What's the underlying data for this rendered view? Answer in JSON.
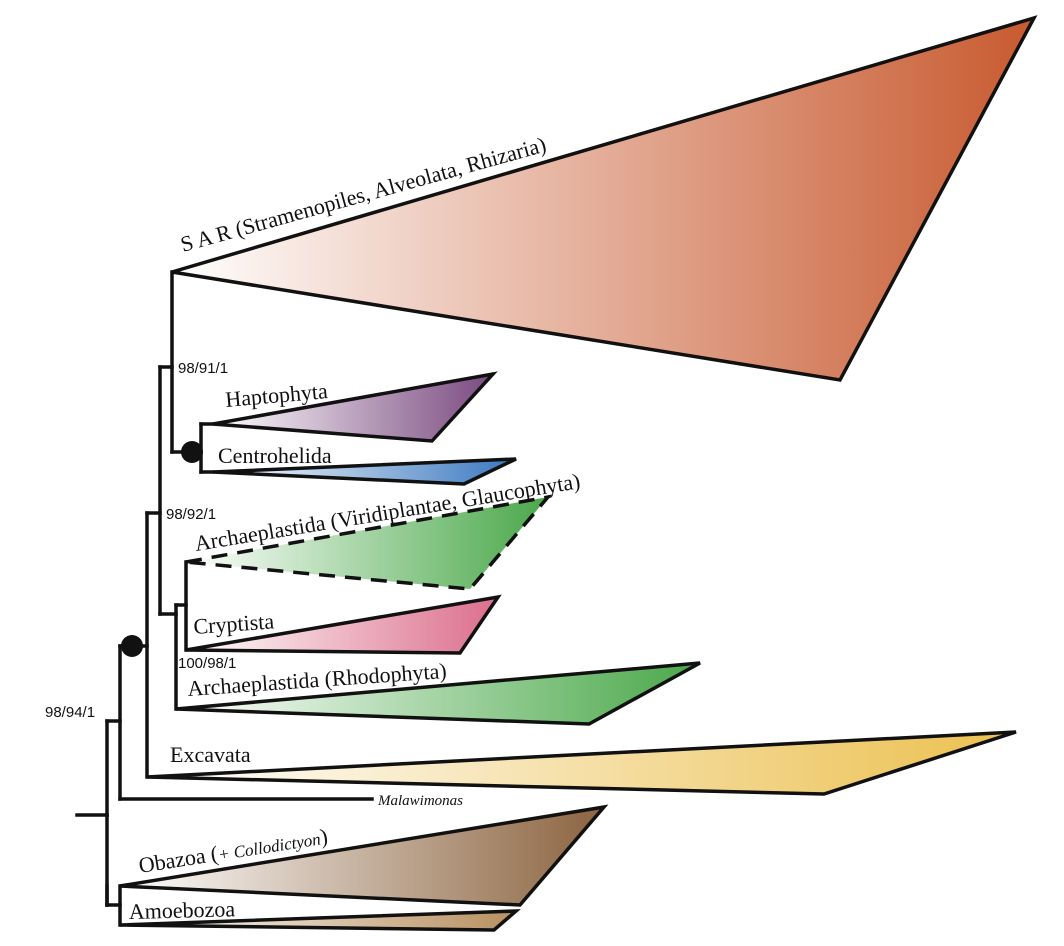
{
  "clades": {
    "sar": "S A R (Stramenopiles, Alveolata, Rhizaria)",
    "haptophyta": "Haptophyta",
    "centrohelida": "Centrohelida",
    "archaeplastida_green": "Archaeplastida (Viridiplantae, Glaucophyta)",
    "cryptista": "Cryptista",
    "archaeplastida_red": "Archaeplastida (Rhodophyta)",
    "excavata": "Excavata",
    "malawimonas": "Malawimonas",
    "obazoa_main": "Obazoa (",
    "obazoa_plus": "+ ",
    "obazoa_italic": "Collodictyon",
    "obazoa_close": ")",
    "amoebozoa": "Amoebozoa"
  },
  "support": {
    "sar_node": "98/91/1",
    "archaeplastida_node": "98/92/1",
    "cryptista_node": "100/98/1",
    "root_node": "98/94/1"
  },
  "colors": {
    "sar": "#c85a30",
    "haptophyta": "#7a4a80",
    "centrohelida": "#3a78c0",
    "archaeplastida": "#4aa84a",
    "cryptista": "#dc6e8c",
    "excavata": "#ecc050",
    "obazoa": "#8c6440",
    "amoebozoa": "#b89060",
    "lines": "#111111"
  },
  "icons": {
    "full_support_marker": "filled-circle"
  }
}
